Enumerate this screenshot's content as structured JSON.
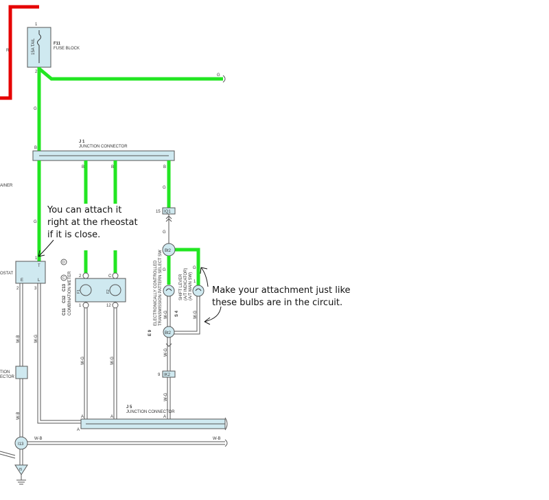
{
  "colors": {
    "highlight_green": "#22e622",
    "power_red": "#e60000",
    "component_fill": "#cfe9f0",
    "wire_dark": "#555555"
  },
  "fuse": {
    "code": "F11",
    "name": "FUSE BLOCK",
    "rating": "15A TAIL",
    "pin_top": "1",
    "pin_bottom": "2"
  },
  "wire_colors": {
    "green": "G",
    "white_green": "W-G",
    "white_black": "W-B",
    "red": "R",
    "blue": "B"
  },
  "j1": {
    "code": "J 1",
    "name": "JUNCTION CONNECTOR",
    "pins": [
      "B",
      "B",
      "B",
      "B"
    ]
  },
  "j5": {
    "code": "J 5",
    "name": "JUNCTION CONNECTOR",
    "pins": [
      "A",
      "A",
      "A",
      "A"
    ]
  },
  "connector_iq1": {
    "label": "IQ1",
    "pin": "15"
  },
  "connector_ik2": {
    "label": "IK2",
    "pin": "9"
  },
  "splice_bt2": "Bt2",
  "rheostat": {
    "label": "OSTAT",
    "pin_top": "1",
    "pin_t": "T",
    "pin_e": "E",
    "pin_l": "L",
    "pin_2": "2",
    "pin_3": "3"
  },
  "meter": {
    "codes": [
      "C11",
      "C12",
      "C13"
    ],
    "name": "COMBINATION METER",
    "pins_top": [
      "2",
      "C"
    ],
    "pins_bottom": [
      "1",
      "12"
    ],
    "bulbs": [
      "F1",
      "F2"
    ],
    "circle_c": "C",
    "circle_d": "D"
  },
  "e9": {
    "code": "E 9",
    "name_line1": "ELECTRONICALLY CONTROLLED",
    "name_line2": "TRANSMISSION PATTERN SELECT SW"
  },
  "s4": {
    "code": "S 4",
    "name_line1": "SHIFT LEVER",
    "name_line2": "(A/T INDICATOR)",
    "name_line3": "(A/T MAIN SW)"
  },
  "left_partial": {
    "label_ainer": "AINER",
    "label_tion": "TION",
    "label_ector": "ECTOR",
    "label_r": "R",
    "ground": "I5",
    "splice_i13": "I13"
  },
  "annotations": {
    "rheostat_note": [
      "You can attach it",
      "right at the rheostat",
      "if it is close."
    ],
    "bulb_note": [
      "Make your attachment just like",
      "these bulbs are in the circuit."
    ]
  }
}
